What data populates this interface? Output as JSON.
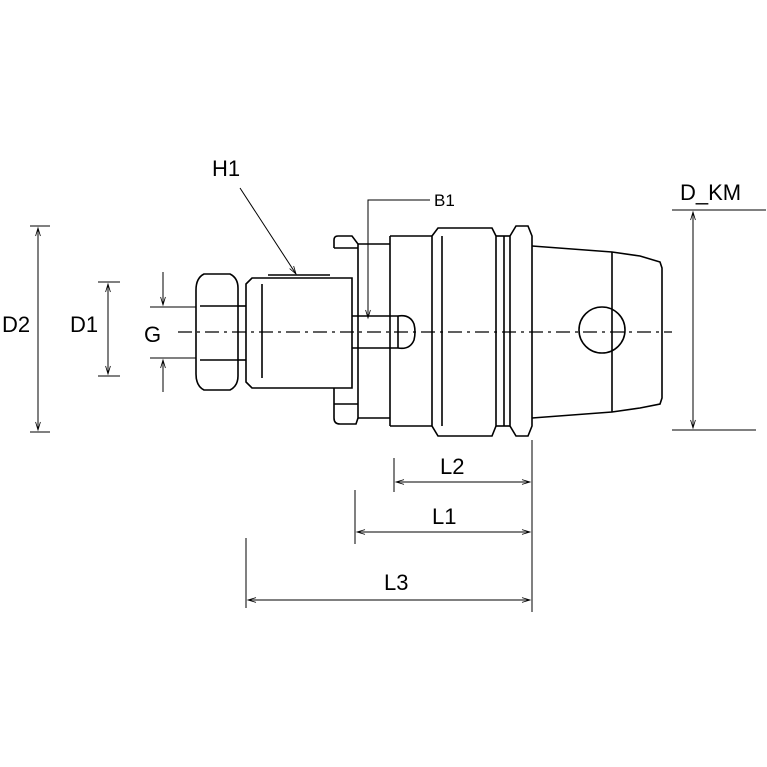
{
  "labels": {
    "h1": "H1",
    "b1": "B1",
    "d_km": "D_KM",
    "d2": "D2",
    "d1": "D1",
    "g": "G",
    "l2": "L2",
    "l1": "L1",
    "l3": "L3"
  },
  "colors": {
    "line": "#000000",
    "background": "#ffffff"
  }
}
